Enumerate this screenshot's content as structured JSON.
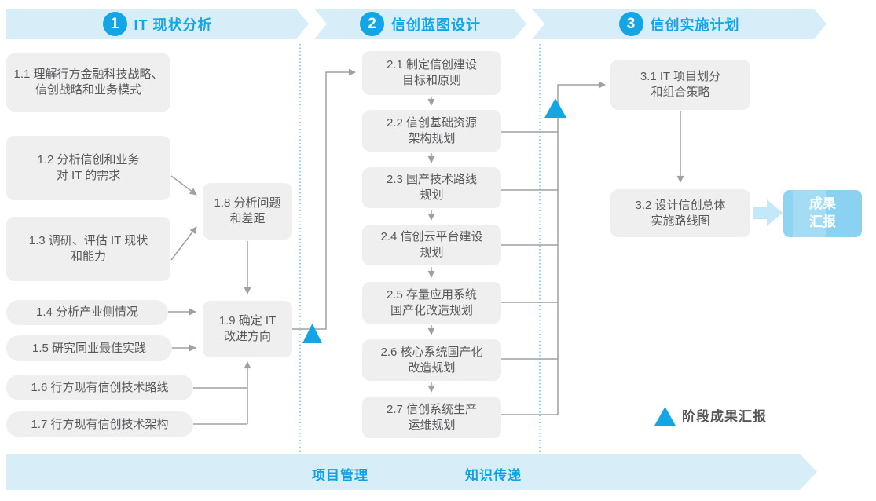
{
  "phases": [
    {
      "number": "1",
      "title": "IT 现状分析"
    },
    {
      "number": "2",
      "title": "信创蓝图设计"
    },
    {
      "number": "3",
      "title": "信创实施计划"
    }
  ],
  "steps": {
    "s11": "1.1 理解行方金融科技战略、\n信创战略和业务模式",
    "s12": "1.2 分析信创和业务\n对 IT 的需求",
    "s13": "1.3 调研、评估 IT 现状\n和能力",
    "s14": "1.4 分析产业侧情况",
    "s15": "1.5 研究同业最佳实践",
    "s16": "1.6 行方现有信创技术路线",
    "s17": "1.7 行方现有信创技术架构",
    "s18": "1.8 分析问题\n和差距",
    "s19": "1.9 确定 IT\n改进方向",
    "s21": "2.1 制定信创建设\n目标和原则",
    "s22": "2.2 信创基础资源\n架构规划",
    "s23": "2.3 国产技术路线\n规划",
    "s24": "2.4 信创云平台建设\n规划",
    "s25": "2.5 存量应用系统\n国产化改造规划",
    "s26": "2.6 核心系统国产化\n改造规划",
    "s27": "2.7 信创系统生产\n运维规划",
    "s31": "3.1 IT 项目划分\n和组合策略",
    "s32": "3.2 设计信创总体\n实施路线图"
  },
  "result": {
    "label": "成果\n汇报"
  },
  "legend": {
    "label": "阶段成果汇报"
  },
  "bottom": {
    "left_label": "项目管理",
    "right_label": "知识传递"
  },
  "colors": {
    "accent_blue": "#14a5e5",
    "banner_bg": "#d7eef9",
    "box_bg": "#efefef",
    "box_text": "#57585c",
    "connector_gray": "#9fa0a4",
    "result_box_bg": "#8ed5f3",
    "result_arrow_bg": "#c3e9f8",
    "dotted_line": "#52b9e8"
  }
}
